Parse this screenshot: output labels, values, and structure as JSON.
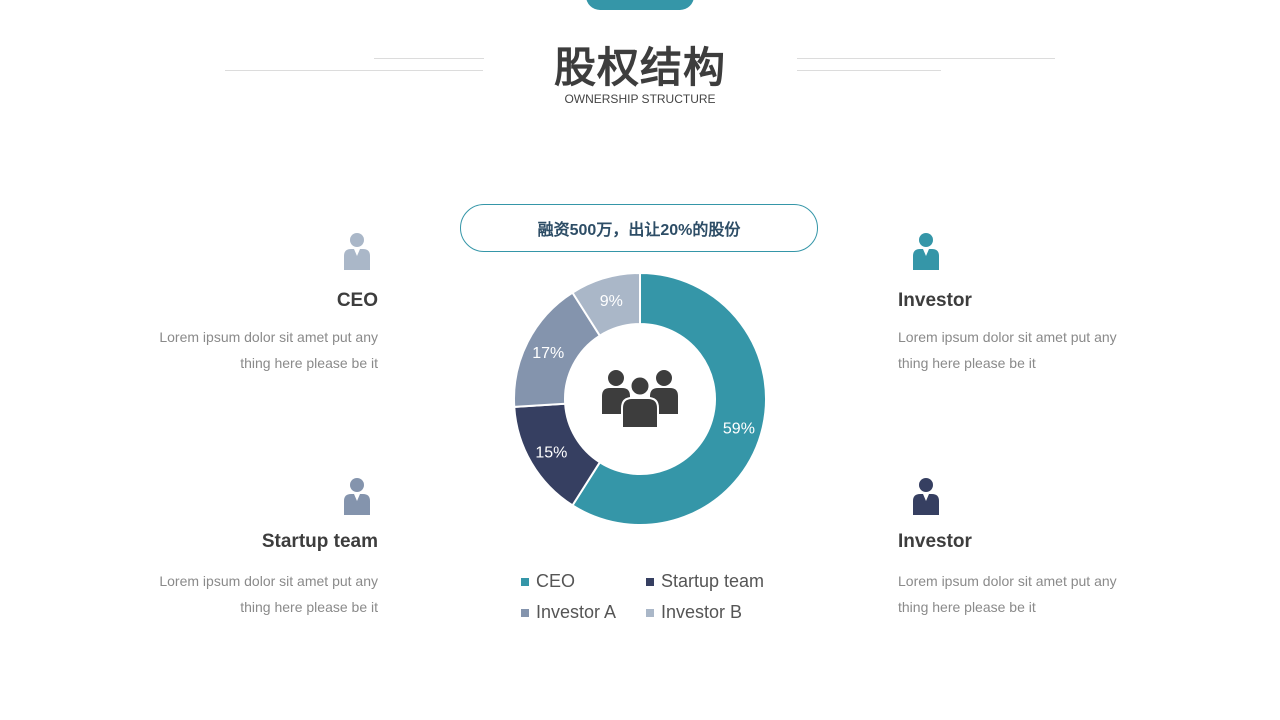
{
  "header": {
    "title": "股权结构",
    "subtitle": "OWNERSHIP STRUCTURE"
  },
  "pill": {
    "text": "融资500万，出让20%的股份"
  },
  "blocks": [
    {
      "title": "CEO",
      "desc": "Lorem ipsum dolor sit amet put any thing here please be it",
      "icon_color": "#aab7c8"
    },
    {
      "title": "Startup team",
      "desc": "Lorem ipsum dolor sit amet put any thing here please be it",
      "icon_color": "#8494ad"
    },
    {
      "title": "Investor",
      "desc": "Lorem ipsum dolor sit amet put any thing here please be it",
      "icon_color": "#3596a8"
    },
    {
      "title": "Investor",
      "desc": "Lorem ipsum dolor sit amet put any thing here please be it",
      "icon_color": "#363f61"
    }
  ],
  "legend": [
    {
      "label": "CEO",
      "color": "#3596a8"
    },
    {
      "label": "Startup team",
      "color": "#363f61"
    },
    {
      "label": "Investor A",
      "color": "#8494ad"
    },
    {
      "label": "Investor B",
      "color": "#aab7c8"
    }
  ],
  "center_icon": "group-people-icon",
  "chart_data": {
    "type": "pie",
    "variant": "donut",
    "categories": [
      "CEO",
      "Startup team",
      "Investor A",
      "Investor B"
    ],
    "values": [
      59,
      15,
      17,
      9
    ],
    "labels": [
      "59%",
      "15%",
      "17%",
      "9%"
    ],
    "colors": [
      "#3596a8",
      "#363f61",
      "#8494ad",
      "#aab7c8"
    ],
    "legend_placement": "bottom"
  }
}
